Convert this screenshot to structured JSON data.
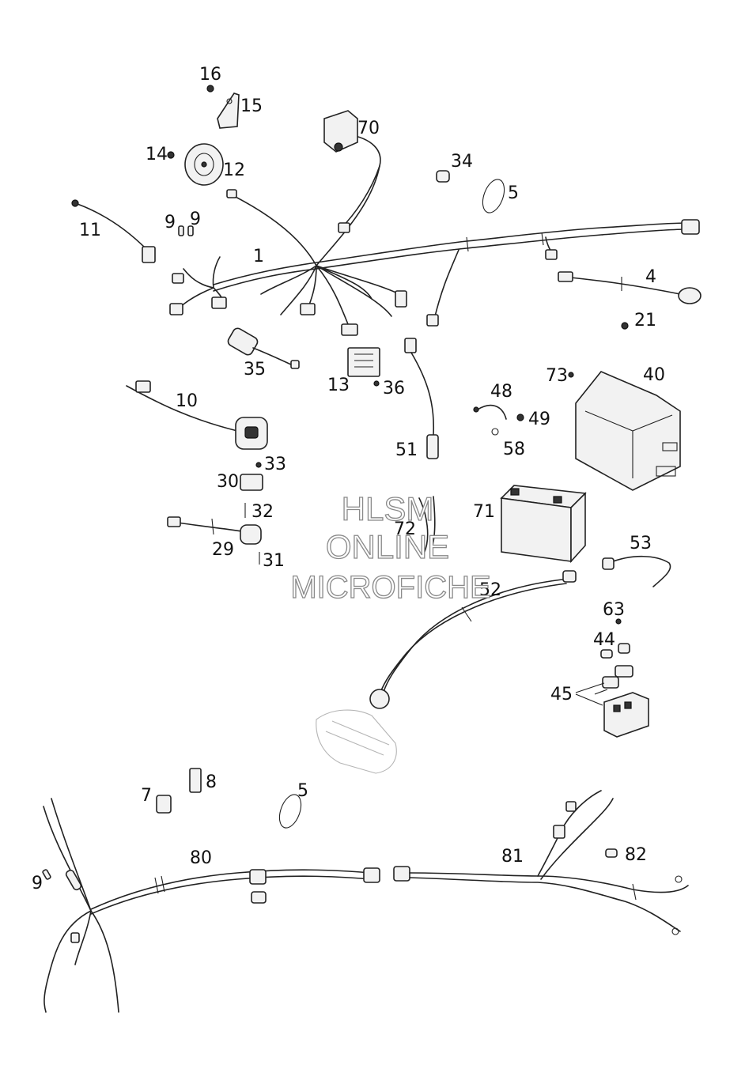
{
  "callouts": {
    "n1": "1",
    "n4": "4",
    "n5a": "5",
    "n5b": "5",
    "n7": "7",
    "n8": "8",
    "n9a": "9",
    "n9b": "9",
    "n9c": "9",
    "n10": "10",
    "n11": "11",
    "n12": "12",
    "n13": "13",
    "n14": "14",
    "n15": "15",
    "n16": "16",
    "n21": "21",
    "n29": "29",
    "n30": "30",
    "n31": "31",
    "n32": "32",
    "n33": "33",
    "n34": "34",
    "n35": "35",
    "n36": "36",
    "n40": "40",
    "n44": "44",
    "n45": "45",
    "n48": "48",
    "n49": "49",
    "n51": "51",
    "n52": "52",
    "n53": "53",
    "n58": "58",
    "n63": "63",
    "n70": "70",
    "n71": "71",
    "n72": "72",
    "n73": "73",
    "n80": "80",
    "n81": "81",
    "n82": "82"
  },
  "watermark": {
    "line1": "HLSM",
    "line2": "ONLINE",
    "line3": "MICROFICHE"
  }
}
